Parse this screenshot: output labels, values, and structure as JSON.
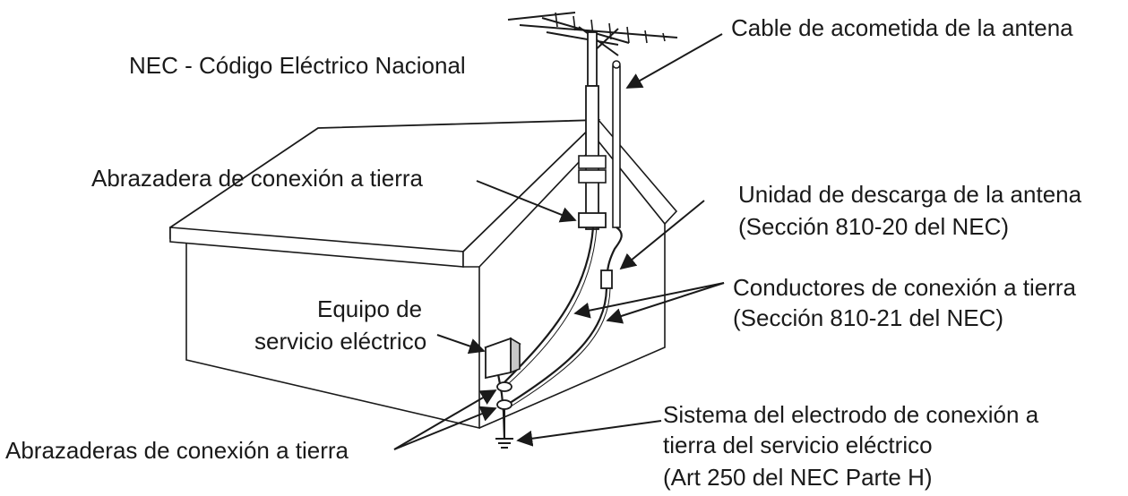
{
  "title": "NEC - Código Eléctrico Nacional",
  "labels": {
    "antenna_lead": "Cable de acometida de la antena",
    "ground_clamp": "Abrazadera de conexión a tierra",
    "discharge_unit_l1": "Unidad de descarga de la antena",
    "discharge_unit_l2": "(Sección 810-20 del NEC)",
    "grounding_conductors_l1": "Conductores de conexión a tierra",
    "grounding_conductors_l2": "(Sección 810-21 del NEC)",
    "service_equipment_l1": "Equipo de",
    "service_equipment_l2": "servicio eléctrico",
    "ground_clamps": "Abrazaderas de conexión a tierra",
    "electrode_system_l1": "Sistema del electrodo de conexión a",
    "electrode_system_l2": "tierra del servicio eléctrico",
    "electrode_system_l3": "(Art 250 del NEC Parte H)"
  }
}
